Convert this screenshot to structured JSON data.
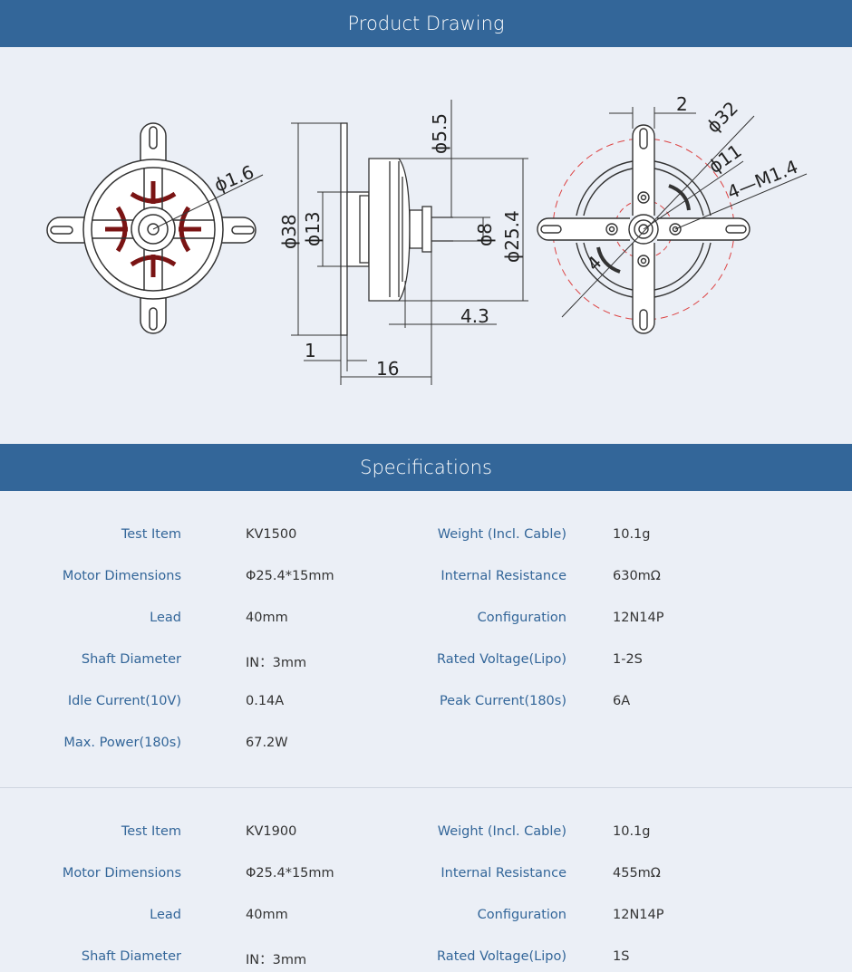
{
  "sections": {
    "drawing_title": "Product Drawing",
    "specs_title": "Specifications"
  },
  "drawing": {
    "front": {
      "hole_dim": "ϕ1.6"
    },
    "side": {
      "shaft_dim": "ϕ5.5",
      "outer_dim": "ϕ38",
      "boss_dim": "ϕ13",
      "hub_dim": "ϕ8",
      "bell_dim": "ϕ25.4",
      "shaft_len": "4.3",
      "plate_thk": "1",
      "total_len": "16"
    },
    "rear": {
      "slot_dim": "2",
      "circle_dim": "ϕ32",
      "inner_dim": "ϕ11",
      "screw_dim": "4—M1.4",
      "side_dim": "4"
    }
  },
  "specs": [
    {
      "rows": [
        {
          "l1": "Test Item",
          "v1": "KV1500",
          "l2": "Weight (Incl. Cable)",
          "v2": "10.1g"
        },
        {
          "l1": "Motor Dimensions",
          "v1": "Φ25.4*15mm",
          "l2": "Internal Resistance",
          "v2": "630mΩ"
        },
        {
          "l1": "Lead",
          "v1": "40mm",
          "l2": "Configuration",
          "v2": "12N14P"
        },
        {
          "l1": "Shaft Diameter",
          "v1": "IN：3mm",
          "l2": "Rated Voltage(Lipo)",
          "v2": "1-2S"
        },
        {
          "l1": "Idle Current(10V)",
          "v1": "0.14A",
          "l2": "Peak Current(180s)",
          "v2": "6A"
        },
        {
          "l1": "Max. Power(180s)",
          "v1": "67.2W",
          "l2": "",
          "v2": ""
        }
      ]
    },
    {
      "rows": [
        {
          "l1": "Test Item",
          "v1": "KV1900",
          "l2": "Weight (Incl. Cable)",
          "v2": "10.1g"
        },
        {
          "l1": "Motor Dimensions",
          "v1": "Φ25.4*15mm",
          "l2": "Internal Resistance",
          "v2": "455mΩ"
        },
        {
          "l1": "Lead",
          "v1": "40mm",
          "l2": "Configuration",
          "v2": "12N14P"
        },
        {
          "l1": "Shaft Diameter",
          "v1": "IN：3mm",
          "l2": "Rated Voltage(Lipo)",
          "v2": "1S"
        }
      ]
    }
  ]
}
